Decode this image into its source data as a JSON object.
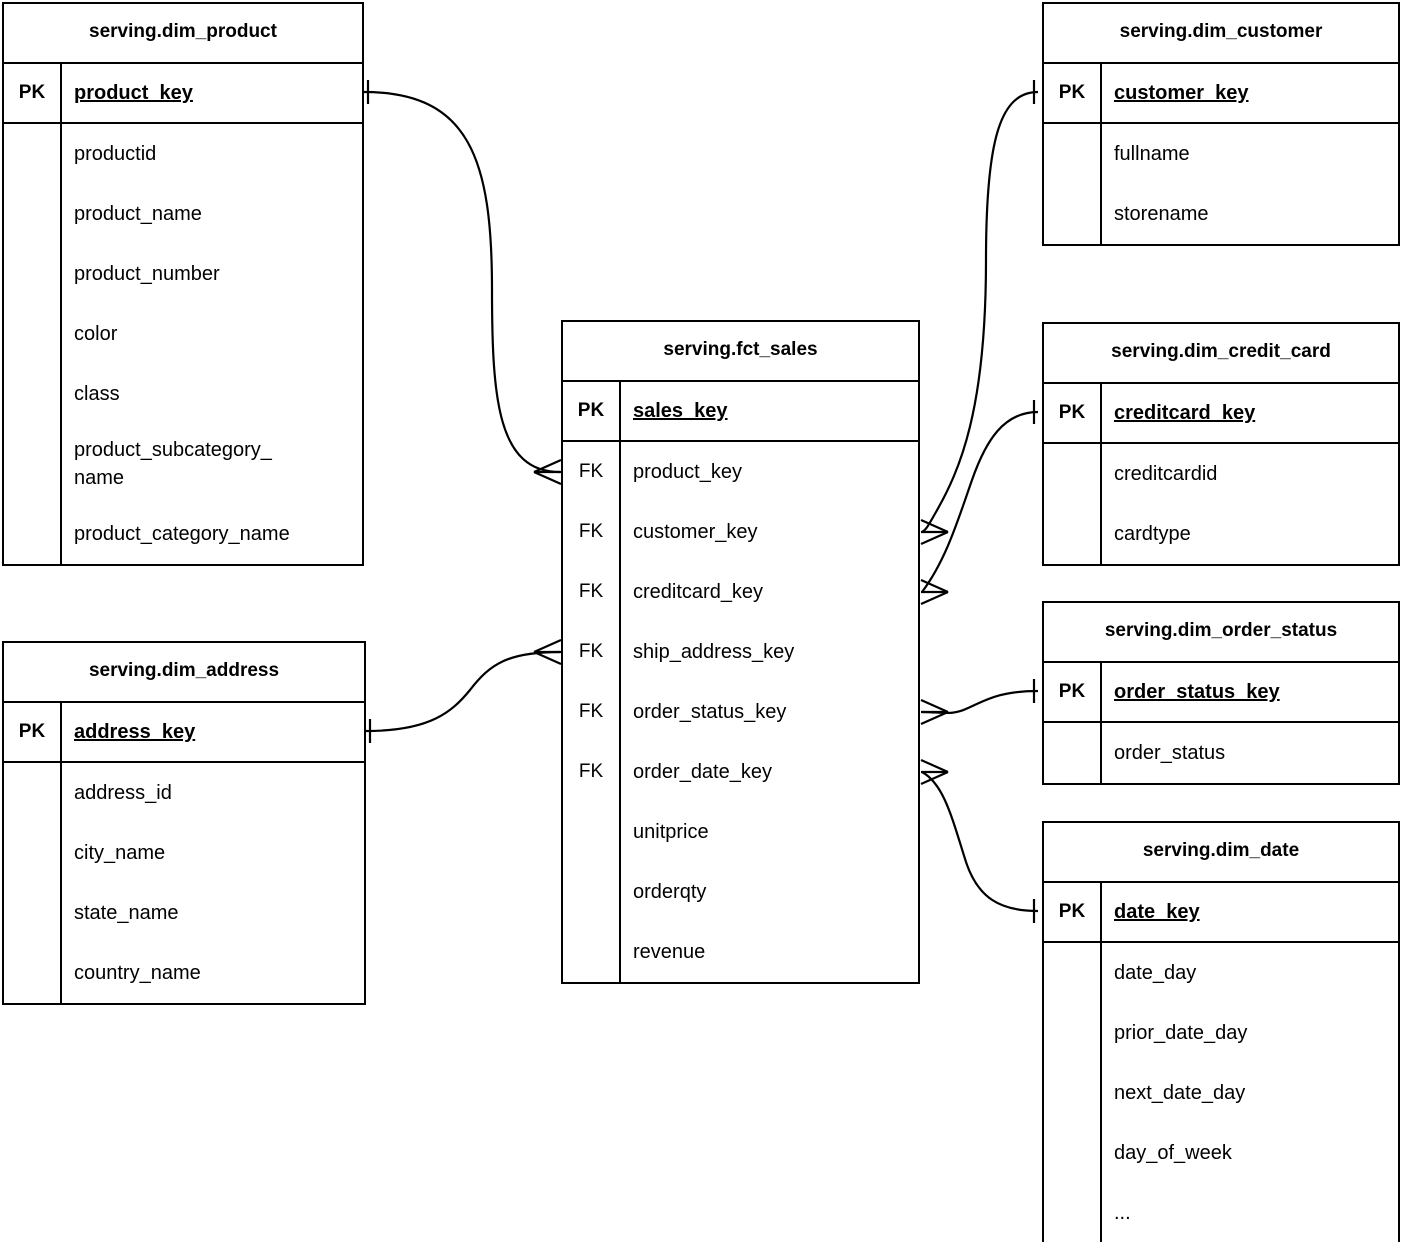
{
  "diagram": {
    "kind": "entity-relationship-diagram",
    "notation": "crow-foot",
    "background_color": "#ffffff",
    "line_color": "#000000",
    "text_color": "#000000"
  },
  "tables": {
    "dim_product": {
      "title": "serving.dim_product",
      "pk_label": "PK",
      "pk_column": "product_key",
      "columns": [
        "productid",
        "product_name",
        "product_number",
        "color",
        "class",
        "product_subcategory_\nname",
        "product_category_name"
      ]
    },
    "dim_address": {
      "title": "serving.dim_address",
      "pk_label": "PK",
      "pk_column": "address_key",
      "columns": [
        "address_id",
        "city_name",
        "state_name",
        "country_name"
      ]
    },
    "fct_sales": {
      "title": "serving.fct_sales",
      "pk_label": "PK",
      "fk_label": "FK",
      "pk_column": "sales_key",
      "fk_columns": [
        "product_key",
        "customer_key",
        "creditcard_key",
        "ship_address_key",
        "order_status_key",
        "order_date_key"
      ],
      "measure_columns": [
        "unitprice",
        "orderqty",
        "revenue"
      ]
    },
    "dim_customer": {
      "title": "serving.dim_customer",
      "pk_label": "PK",
      "pk_column": "customer_key",
      "columns": [
        "fullname",
        "storename"
      ]
    },
    "dim_credit_card": {
      "title": "serving.dim_credit_card",
      "pk_label": "PK",
      "pk_column": "creditcard_key",
      "columns": [
        "creditcardid",
        "cardtype"
      ]
    },
    "dim_order_status": {
      "title": "serving.dim_order_status",
      "pk_label": "PK",
      "pk_column": "order_status_key",
      "columns": [
        "order_status"
      ]
    },
    "dim_date": {
      "title": "serving.dim_date",
      "pk_label": "PK",
      "pk_column": "date_key",
      "columns": [
        "date_day",
        "prior_date_day",
        "next_date_day",
        "day_of_week",
        "..."
      ]
    }
  },
  "relationships": [
    {
      "name": "product-to-sales",
      "from": "dim_product.product_key",
      "to": "fct_sales.product_key",
      "from_cardinality": "one",
      "to_cardinality": "many"
    },
    {
      "name": "address-to-sales",
      "from": "dim_address.address_key",
      "to": "fct_sales.ship_address_key",
      "from_cardinality": "one",
      "to_cardinality": "many"
    },
    {
      "name": "customer-to-sales",
      "from": "dim_customer.customer_key",
      "to": "fct_sales.customer_key",
      "from_cardinality": "one",
      "to_cardinality": "many"
    },
    {
      "name": "credit-card-to-sales",
      "from": "dim_credit_card.creditcard_key",
      "to": "fct_sales.creditcard_key",
      "from_cardinality": "one",
      "to_cardinality": "many"
    },
    {
      "name": "order-status-to-sales",
      "from": "dim_order_status.order_status_key",
      "to": "fct_sales.order_status_key",
      "from_cardinality": "one",
      "to_cardinality": "many"
    },
    {
      "name": "date-to-sales",
      "from": "dim_date.date_key",
      "to": "fct_sales.order_date_key",
      "from_cardinality": "one",
      "to_cardinality": "many"
    }
  ]
}
